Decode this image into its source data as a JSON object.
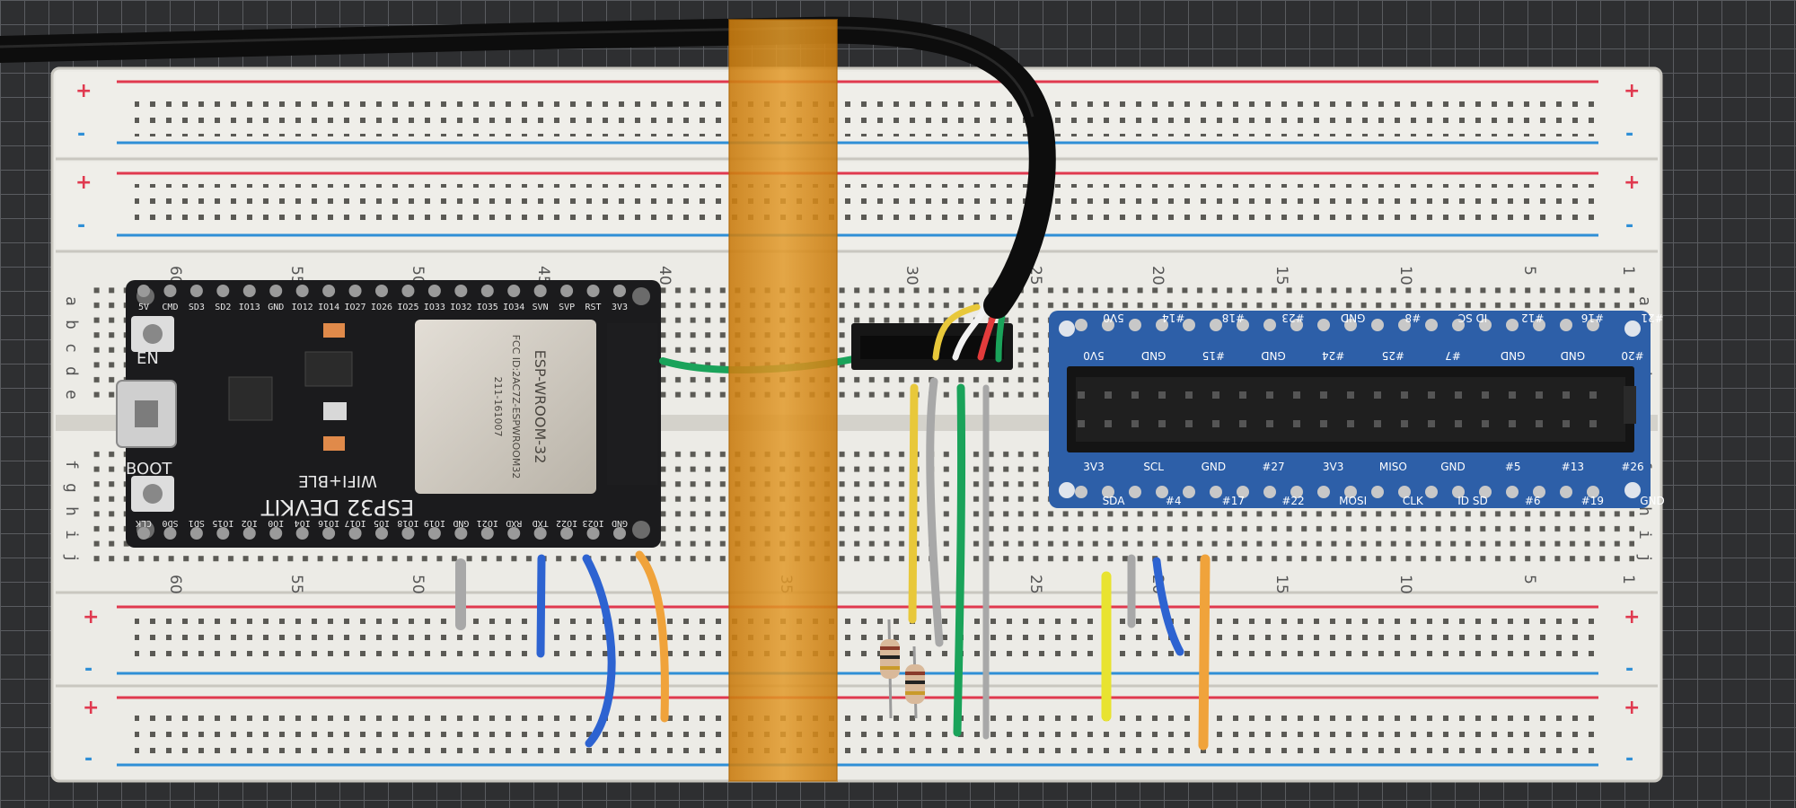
{
  "colors": {
    "mat": "#2e2f31",
    "mat_grid": "#56585b",
    "board": "#ecebe6",
    "board_shadow": "#c9c7c0",
    "hole": "#55544f",
    "rail_red": "#e0394f",
    "rail_blue": "#2f8fd6",
    "esp_pcb": "#1b1b1d",
    "esp_shield": "#cfcac0",
    "breakout_pcb": "#2d5fa8",
    "connector": "#141414",
    "kapton": "#d98f1a",
    "cable": "#0d0d0d"
  },
  "breadboard": {
    "rail_plus": "+",
    "rail_minus": "-",
    "row_letters_top": [
      "a",
      "b",
      "c",
      "d",
      "e"
    ],
    "row_letters_bottom": [
      "f",
      "g",
      "h",
      "i",
      "j"
    ],
    "column_numbers_top": [
      "60",
      "55",
      "50",
      "45",
      "40",
      "30",
      "25",
      "20",
      "15",
      "10",
      "5",
      "1"
    ],
    "column_numbers_bottom": [
      "60",
      "55",
      "50",
      "35",
      "25",
      "20",
      "15",
      "10",
      "5",
      "1"
    ]
  },
  "esp32": {
    "top_pins": [
      "5V",
      "CMD",
      "SD3",
      "SD2",
      "IO13",
      "GND",
      "IO12",
      "IO14",
      "IO27",
      "IO26",
      "IO25",
      "IO33",
      "IO32",
      "IO35",
      "IO34",
      "SVN",
      "SVP",
      "RST",
      "3V3"
    ],
    "bottom_pins": [
      "CLK",
      "SD0",
      "SD1",
      "IO15",
      "IO2",
      "IO0",
      "IO4",
      "IO16",
      "IO17",
      "IO5",
      "IO18",
      "IO19",
      "GND",
      "IO21",
      "RXD",
      "TXD",
      "IO22",
      "IO23",
      "GND"
    ],
    "labels": {
      "brand": "ESP32 DEVKIT",
      "sub": "WIFI+BLE",
      "boot": "BOOT",
      "en": "EN"
    },
    "module_text": [
      "ESP-WROOM-32",
      "FCC ID:2AC7Z-ESPWROOM32",
      "211-161007"
    ]
  },
  "breakout": {
    "top_header": [
      "5V0",
      "GND",
      "#15",
      "GND",
      "#24",
      "#25",
      "#7",
      "GND",
      "GND",
      "#20"
    ],
    "top_header_inner": [
      "5V0",
      "#14",
      "#18",
      "#23",
      "GND",
      "#8",
      "ID SC",
      "#12",
      "#16",
      "#21"
    ],
    "bottom_header_inner": [
      "3V3",
      "SCL",
      "GND",
      "#27",
      "3V3",
      "MISO",
      "GND",
      "#5",
      "#13",
      "#26"
    ],
    "bottom_header": [
      "SDA",
      "#4",
      "#17",
      "#22",
      "MOSI",
      "CLK",
      "ID SD",
      "#6",
      "#19",
      "GND"
    ]
  }
}
